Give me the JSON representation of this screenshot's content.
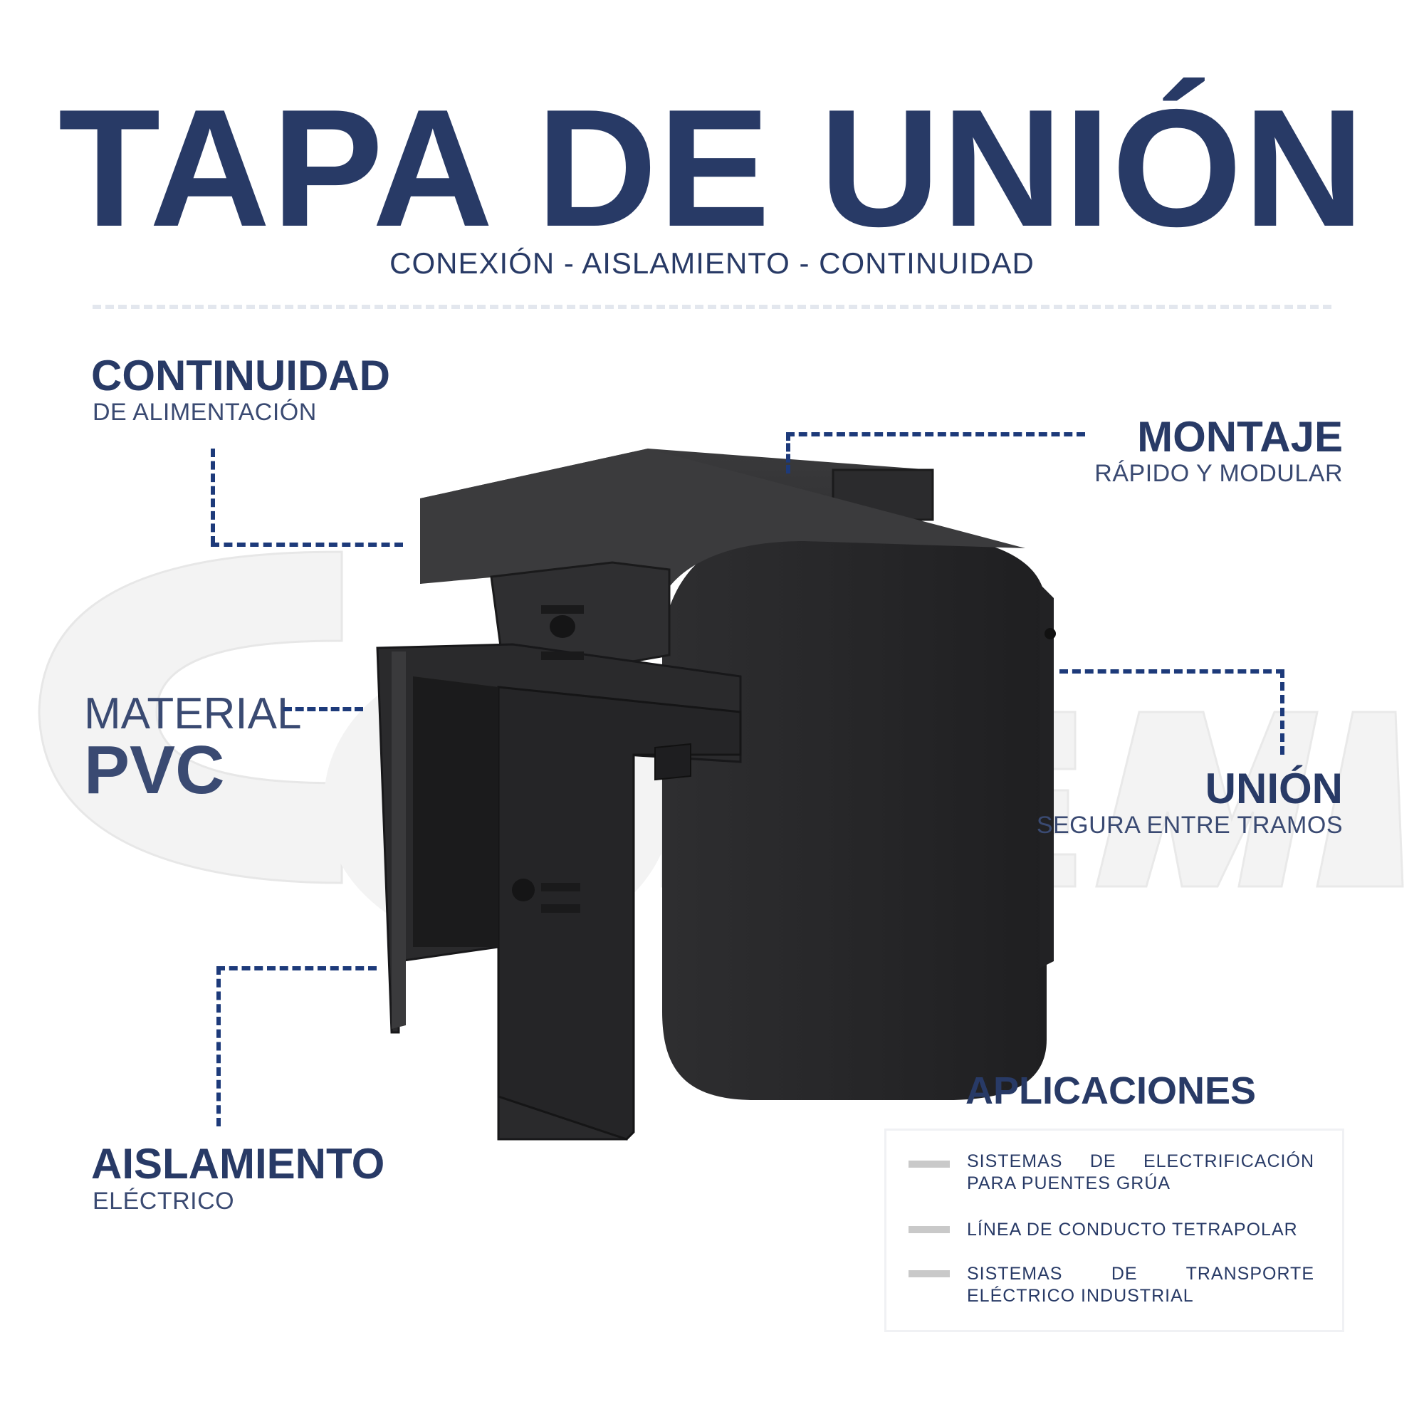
{
  "title": "TAPA DE UNIÓN",
  "subtitle": "CONEXIÓN - AISLAMIENTO - CONTINUIDAD",
  "features": {
    "continuidad": {
      "head": "CONTINUIDAD",
      "sub": "DE ALIMENTACIÓN"
    },
    "montaje": {
      "head": "MONTAJE",
      "sub": "RÁPIDO Y MODULAR"
    },
    "material": {
      "head": "MATERIAL",
      "sub": "PVC"
    },
    "union": {
      "head": "UNIÓN",
      "sub": "SEGURA ENTRE TRAMOS"
    },
    "aislamiento": {
      "head": "AISLAMIENTO",
      "sub": "ELÉCTRICO"
    }
  },
  "applications": {
    "title": "APLICACIONES",
    "items": [
      "SISTEMAS DE ELECTRIFICACIÓN PARA PUENTES GRÚA",
      "LÍNEA DE CONDUCTO TETRAPOLAR",
      "SISTEMAS DE TRANSPORTE ELÉCTRICO INDUSTRIAL"
    ]
  },
  "colors": {
    "primary": "#283a66",
    "dash": "#1d3a7a",
    "product": "#2b2b2d",
    "watermark": "#f3f3f3"
  }
}
